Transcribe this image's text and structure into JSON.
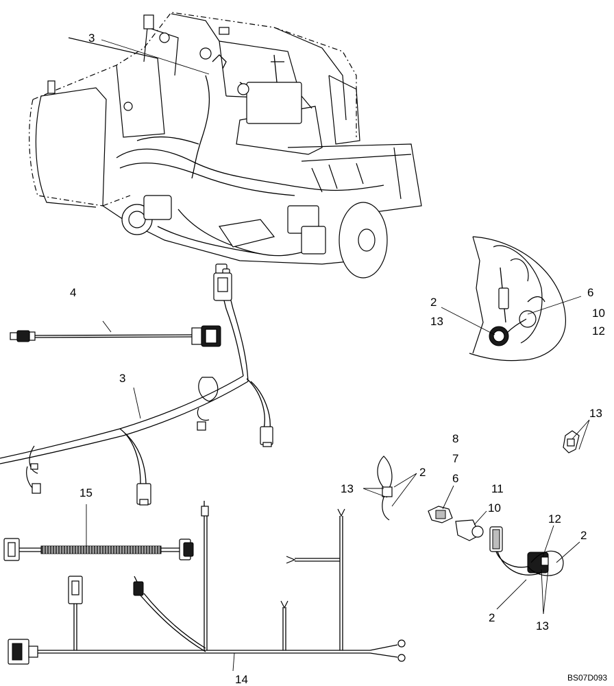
{
  "callouts": {
    "c3_top": "3",
    "c4": "4",
    "c3_mid": "3",
    "c15": "15",
    "c14": "14",
    "inset_2": "2",
    "inset_13": "13",
    "inset_6": "6",
    "inset_10": "10",
    "inset_12": "12",
    "c13_right": "13",
    "c8": "8",
    "c7": "7",
    "c6": "6",
    "c2_clip": "2",
    "c13_clip": "13",
    "c11": "11",
    "c10": "10",
    "c12": "12",
    "c2_conn_right": "2",
    "c2_conn_bottom": "2",
    "c13_conn": "13"
  },
  "drawing_code": "BS07D093"
}
